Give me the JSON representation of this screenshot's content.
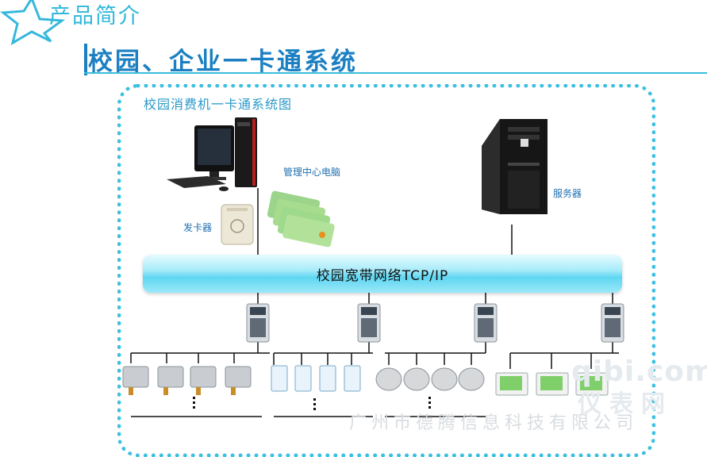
{
  "header": {
    "section_title": "产品简介"
  },
  "main": {
    "title": "校园、企业一卡通系统"
  },
  "diagram": {
    "frame_caption": "校园消费机一卡通系统图",
    "labels": {
      "center_pc": "管理中心电脑",
      "card_issuer": "发卡器",
      "server": "服务器",
      "network": "校园宽带网络TCP/IP"
    },
    "colors": {
      "accent": "#3cc0e0",
      "title": "#1b7fc2",
      "label": "#1f6fb0"
    }
  },
  "watermark": {
    "line1": "qibi.com",
    "line2": "仪表网"
  },
  "footer": {
    "text": "广州市德腾信息科技有限公司"
  }
}
